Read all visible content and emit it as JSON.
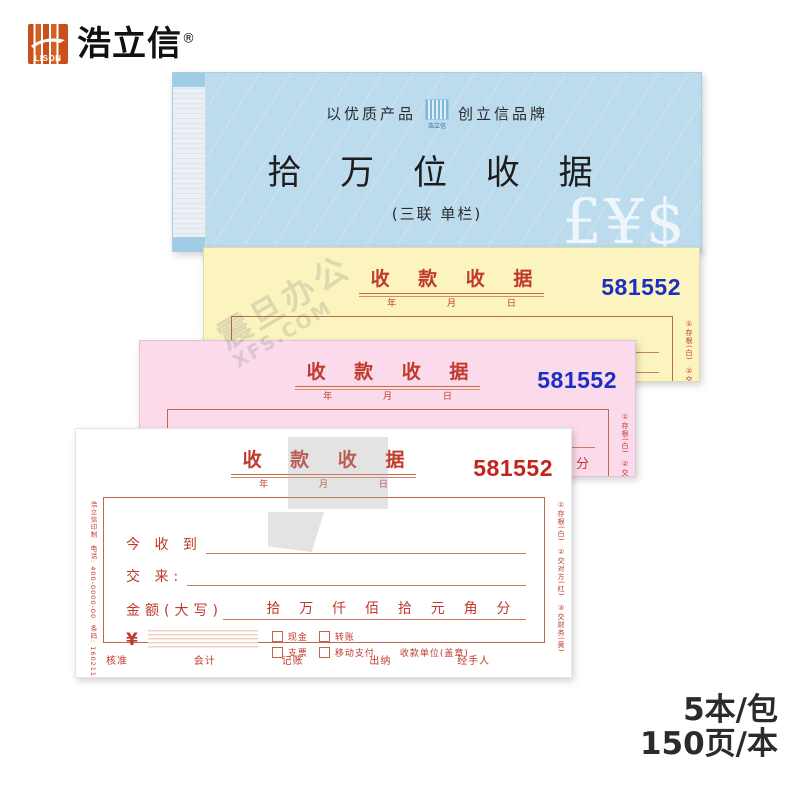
{
  "brand": {
    "logo_text": "LISON",
    "name": "浩立信",
    "registered": "®"
  },
  "cover": {
    "tagline_left": "以优质产品",
    "tagline_right": "创立信品牌",
    "logo_caption": "浩立信",
    "logo_reg": "®",
    "title": "拾 万 位 收 据",
    "subtitle": "(三联 单栏)",
    "currency_watermark": "£¥$"
  },
  "receipt": {
    "title": "收 款 收 据",
    "date_line": "年 月 日",
    "serial": "581552",
    "serial_color_white": "#c0261b",
    "serial_color_carbon": "#1b2fc0",
    "fields": {
      "received_label": "今 收 到",
      "from_label": "交 来:",
      "amount_label": "金额(大写)",
      "denominations": [
        "拾",
        "万",
        "仟",
        "佰",
        "拾",
        "元",
        "角",
        "分"
      ],
      "yen_symbol": "¥"
    },
    "payment_methods": [
      "现金",
      "转账",
      "支票",
      "移动支付"
    ],
    "stamp_label": "收款单位(盖章)",
    "signatures": [
      "核准",
      "会计",
      "记账",
      "出纳",
      "经手人"
    ],
    "copy_notes": [
      "①存根(白)",
      "②交对方(红)",
      "③交财务(黄)"
    ],
    "left_notes": [
      "浩立信印制",
      "电话: 400-0000-00",
      "条码: 1602115"
    ],
    "partial_fen": "分"
  },
  "watermark": {
    "line1": "震旦办公",
    "line2": "XFS.COM"
  },
  "spec": {
    "packs": "5本/包",
    "pages": "150页/本"
  },
  "colors": {
    "cover_blue": "#bcdcee",
    "copy_yellow": "#fbf4bf",
    "copy_pink": "#fbdaec",
    "copy_white": "#ffffff",
    "form_red": "#c0392b",
    "brand_orange": "#c8511b"
  }
}
